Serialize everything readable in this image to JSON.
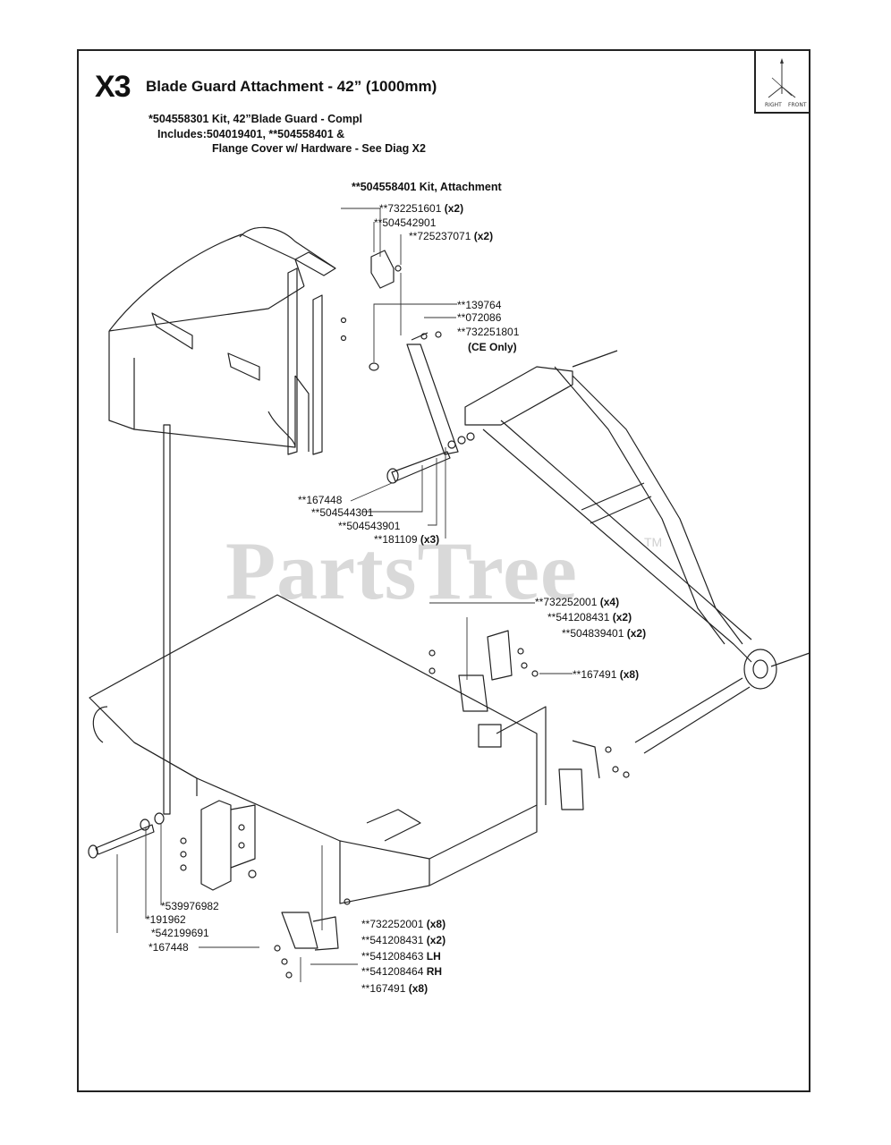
{
  "section": {
    "code": "X3",
    "title": "Blade Guard Attachment - 42” (1000mm)"
  },
  "kit_note": {
    "line1": "*504558301 Kit, 42”Blade Guard - Compl",
    "line2": "Includes:504019401, **504558401 &",
    "line3": "Flange Cover w/ Hardware - See Diag X2"
  },
  "attachment_kit": "**504558401 Kit, Attachment",
  "watermark": {
    "text": "PartsTree",
    "tm": "TM"
  },
  "compass_icon": "orientation-compass-icon",
  "callouts": [
    {
      "id": "c1",
      "part": "**732251601",
      "qty": " (x2)"
    },
    {
      "id": "c2",
      "part": "**504542901",
      "qty": ""
    },
    {
      "id": "c3",
      "part": "**725237071",
      "qty": " (x2)"
    },
    {
      "id": "c4",
      "part": "**139764",
      "qty": ""
    },
    {
      "id": "c5",
      "part": "**072086",
      "qty": ""
    },
    {
      "id": "c6",
      "part": "**732251801",
      "qty": ""
    },
    {
      "id": "c7",
      "part": "**167448",
      "qty": ""
    },
    {
      "id": "c8",
      "part": "**504544301",
      "qty": ""
    },
    {
      "id": "c9",
      "part": "**504543901",
      "qty": ""
    },
    {
      "id": "c10",
      "part": "**181109",
      "qty": " (x3)"
    },
    {
      "id": "c11",
      "part": "**732252001",
      "qty": " (x4)"
    },
    {
      "id": "c12",
      "part": "**541208431",
      "qty": " (x2)"
    },
    {
      "id": "c13",
      "part": "**504839401",
      "qty": " (x2)"
    },
    {
      "id": "c14",
      "part": "**167491",
      "qty": " (x8)"
    },
    {
      "id": "c15",
      "part": "*539976982",
      "qty": ""
    },
    {
      "id": "c16",
      "part": "*191962",
      "qty": ""
    },
    {
      "id": "c17",
      "part": "*542199691",
      "qty": ""
    },
    {
      "id": "c18",
      "part": "*167448",
      "qty": ""
    },
    {
      "id": "c19",
      "part": "**732252001",
      "qty": " (x8)"
    },
    {
      "id": "c20",
      "part": "**541208431",
      "qty": " (x2)"
    },
    {
      "id": "c21",
      "part": "**541208463",
      "qty": "  LH"
    },
    {
      "id": "c22",
      "part": "**541208464",
      "qty": "  RH"
    },
    {
      "id": "c23",
      "part": "**167491",
      "qty": " (x8)"
    }
  ],
  "ce_note": "(CE Only)"
}
